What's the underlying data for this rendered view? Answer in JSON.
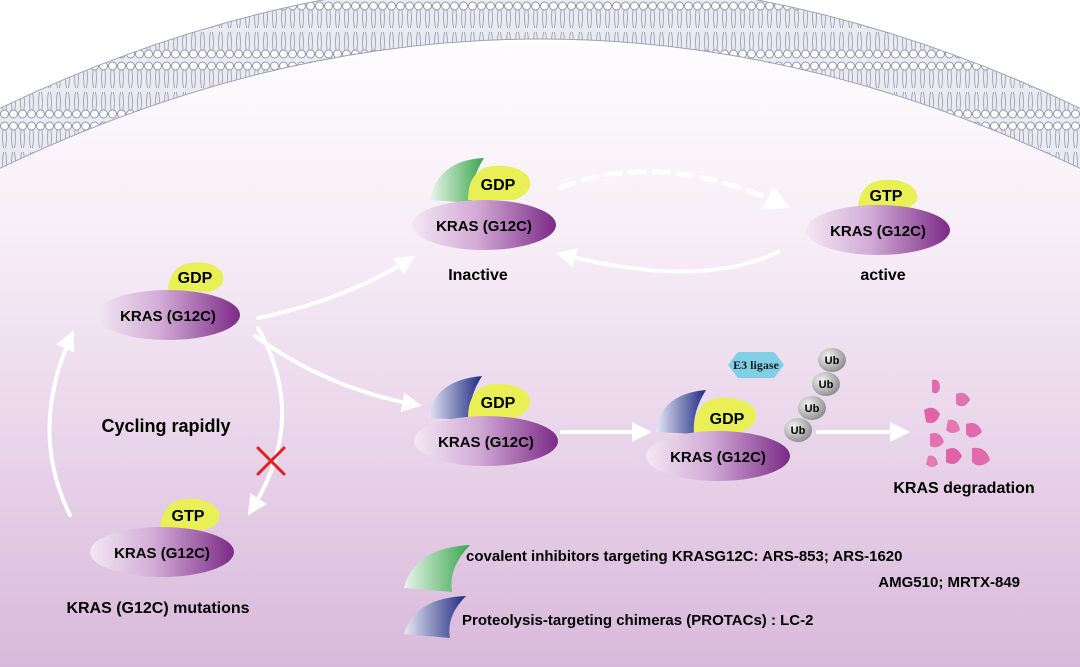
{
  "colors": {
    "background_top": "#ffffff",
    "background_bottom": "#d9b9db",
    "kras_light": "#f3e8f3",
    "kras_dark": "#7b2a86",
    "gdp_yellow": "#e9f055",
    "green_inhibitor": "#5dbb6c",
    "blue_protac": "#2d3a8c",
    "e3_ligase": "#7fd0e6",
    "ub_gray": "#b7b7b7",
    "degradation_pink": "#e0579f",
    "cross_red": "#e02020",
    "arrow_white": "#ffffff"
  },
  "nodes": {
    "kras_left_top": {
      "protein": "KRAS (G12C)",
      "nucleotide": "GDP"
    },
    "kras_left_bottom": {
      "protein": "KRAS (G12C)",
      "nucleotide": "GTP"
    },
    "kras_inactive": {
      "protein": "KRAS (G12C)",
      "nucleotide": "GDP"
    },
    "kras_active": {
      "protein": "KRAS (G12C)",
      "nucleotide": "GTP"
    },
    "kras_protac": {
      "protein": "KRAS (G12C)",
      "nucleotide": "GDP"
    },
    "kras_ubiquitinated": {
      "protein": "KRAS (G12C)",
      "nucleotide": "GDP"
    }
  },
  "labels": {
    "cycling": "Cycling rapidly",
    "mutations": "KRAS (G12C) mutations",
    "inactive": "Inactive",
    "active": "active",
    "degradation": "KRAS degradation",
    "e3_ligase": "E3 ligase",
    "ub": [
      "Ub",
      "Ub",
      "Ub",
      "Ub"
    ]
  },
  "legend": {
    "covalent_line1": "covalent inhibitors targeting KRASG12C: ARS-853;   ARS-1620",
    "covalent_line2": "AMG510;  MRTX-849",
    "protac": "Proteolysis-targeting chimeras (PROTACs) : LC-2"
  }
}
